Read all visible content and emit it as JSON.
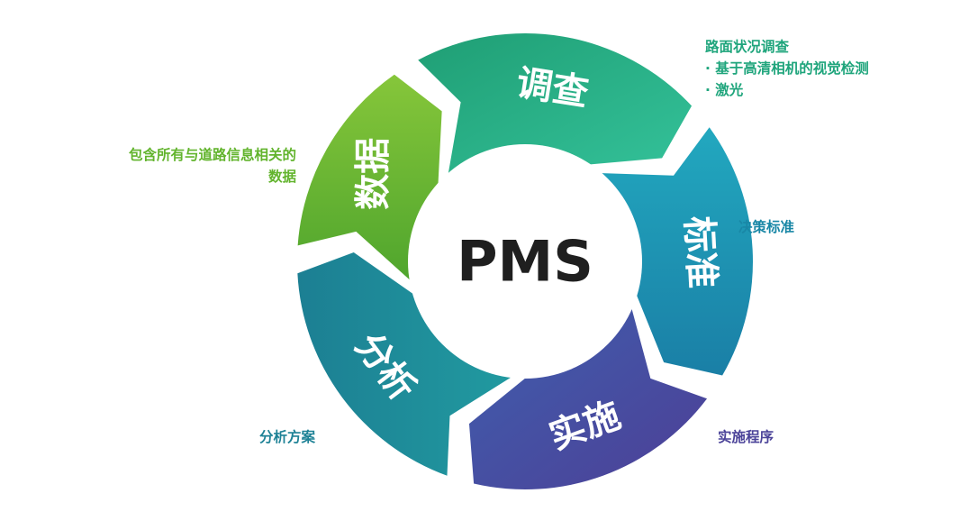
{
  "center": {
    "label": "PMS"
  },
  "segments": [
    {
      "id": "survey",
      "label": "调查",
      "color": "#26b488"
    },
    {
      "id": "standard",
      "label": "标准",
      "color": "#1d95b3"
    },
    {
      "id": "implement",
      "label": "实施",
      "color": "#4c4aa0"
    },
    {
      "id": "analysis",
      "label": "分析",
      "color": "#1f8a99"
    },
    {
      "id": "data",
      "label": "数据",
      "color": "#6cba31"
    }
  ],
  "notes": {
    "survey": {
      "title": "路面状况调查",
      "items": [
        "基于高清相机的视觉检测",
        "激光"
      ]
    },
    "data": {
      "lines": [
        "包含所有与道路信息相关的",
        "数据"
      ]
    },
    "standard": {
      "text": "决策标准"
    },
    "analysis": {
      "text": "分析方案"
    },
    "implement": {
      "text": "实施程序"
    }
  }
}
